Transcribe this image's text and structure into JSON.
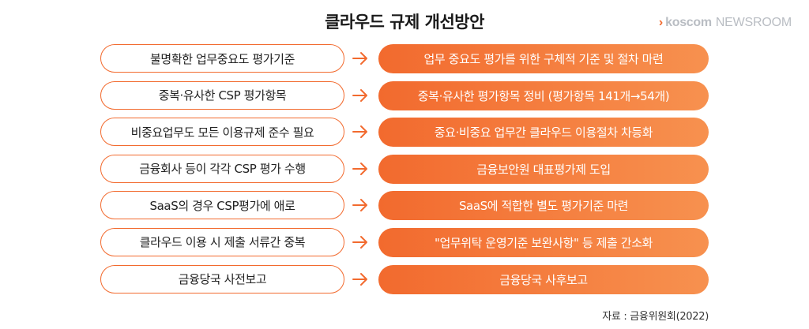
{
  "title": "클라우드 규제 개선방안",
  "brand": {
    "mark": "›",
    "name": "koscom",
    "sub": "NEWSROOM"
  },
  "colors": {
    "accent": "#f26a2e",
    "accent_light": "#f7914f"
  },
  "rows": [
    {
      "problem": "불명확한 업무중요도 평가기준",
      "solution": "업무 중요도 평가를 위한 구체적 기준 및 절차 마련"
    },
    {
      "problem": "중복·유사한 CSP 평가항목",
      "solution": "중복·유사한 평가항목 정비 (평가항목 141개→54개)"
    },
    {
      "problem": "비중요업무도 모든 이용규제 준수 필요",
      "solution": "중요·비중요 업무간 클라우드 이용절차 차등화"
    },
    {
      "problem": "금융회사 등이 각각 CSP 평가 수행",
      "solution": "금융보안원 대표평가제 도입"
    },
    {
      "problem": "SaaS의 경우 CSP평가에 애로",
      "solution": "SaaS에 적합한 별도 평가기준 마련"
    },
    {
      "problem": "클라우드 이용 시 제출 서류간 중복",
      "solution": "\"업무위탁 운영기준 보완사항\" 등 제출 간소화"
    },
    {
      "problem": "금융당국 사전보고",
      "solution": "금융당국 사후보고"
    }
  ],
  "source": "자료 : 금융위원회(2022)"
}
